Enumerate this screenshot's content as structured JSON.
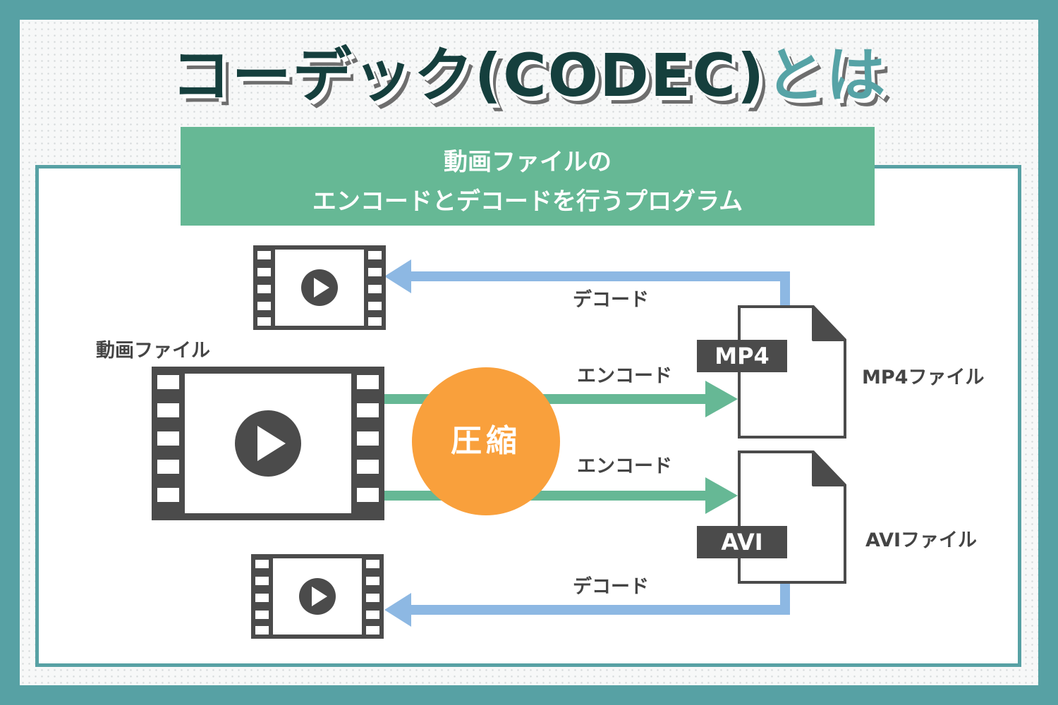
{
  "title": {
    "main": "コーデック(CODEC)",
    "suffix": "とは"
  },
  "banner": {
    "line1": "動画ファイルの",
    "line2": "エンコードとデコードを行うプログラム"
  },
  "labels": {
    "source_video": "動画ファイル",
    "decode_top": "デコード",
    "encode_top": "エンコード",
    "encode_bottom": "エンコード",
    "decode_bottom": "デコード",
    "mp4_file": "MP4ファイル",
    "avi_file": "AVIファイル",
    "compress": "圧縮"
  },
  "file_tags": {
    "mp4": "MP4",
    "avi": "AVI"
  },
  "icons": [
    "film-frame-icon",
    "play-icon",
    "file-document-icon",
    "arrow-icon"
  ],
  "colors": {
    "outer_border": "#57a1a4",
    "title_dark": "#153f3d",
    "title_accent": "#56a3a6",
    "banner": "#66b895",
    "encode_arrow": "#66b895",
    "decode_arrow": "#8db8e3",
    "compress_circle": "#f9a03c",
    "film": "#4b4b4b"
  }
}
